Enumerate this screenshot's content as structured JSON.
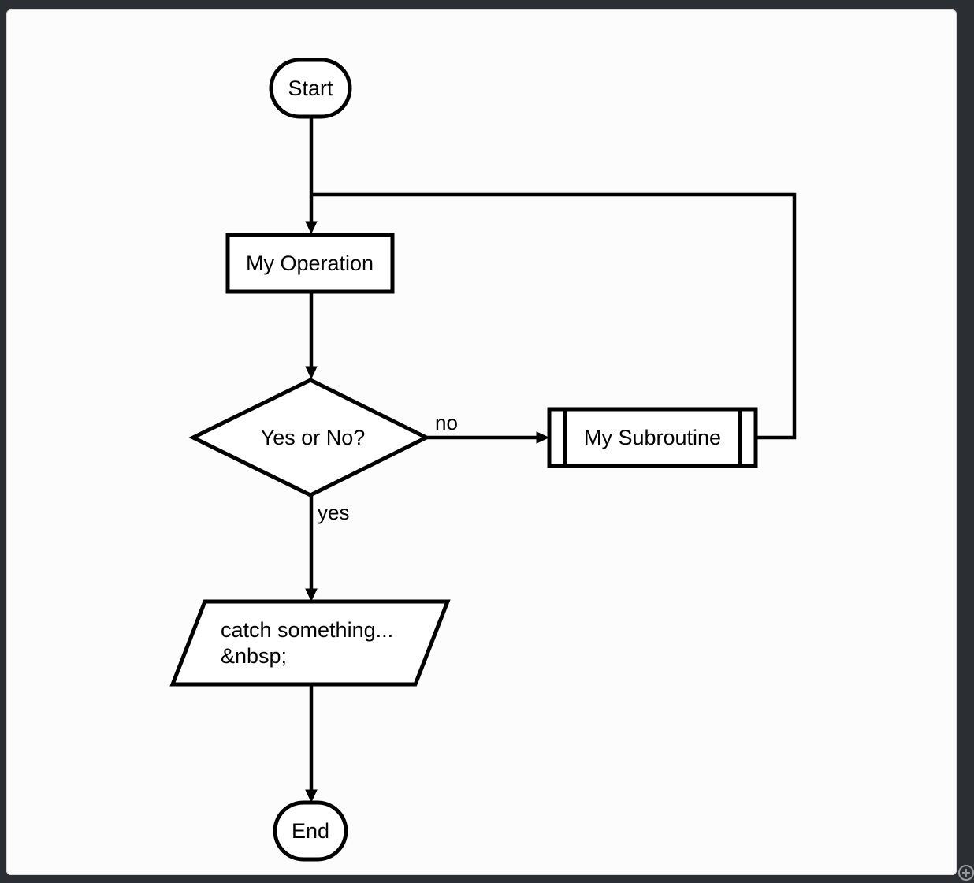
{
  "flowchart": {
    "nodes": {
      "start": {
        "label": "Start",
        "shape": "terminator"
      },
      "operation": {
        "label": "My Operation",
        "shape": "process"
      },
      "decision": {
        "label": "Yes or No?",
        "shape": "decision"
      },
      "subroutine": {
        "label": "My Subroutine",
        "shape": "predefined-process"
      },
      "io": {
        "line1": "catch something...",
        "line2": "&nbsp;",
        "shape": "data"
      },
      "end": {
        "label": "End",
        "shape": "terminator"
      }
    },
    "edges": {
      "decision_no_label": "no",
      "decision_yes_label": "yes"
    },
    "colors": {
      "stroke": "#000000",
      "fill": "#ffffff",
      "background": "#fcfcfc",
      "frame": "#2b2f33"
    }
  },
  "controls": {
    "zoom_icon": "plus-circle-icon",
    "zoom_glyph": "+"
  }
}
